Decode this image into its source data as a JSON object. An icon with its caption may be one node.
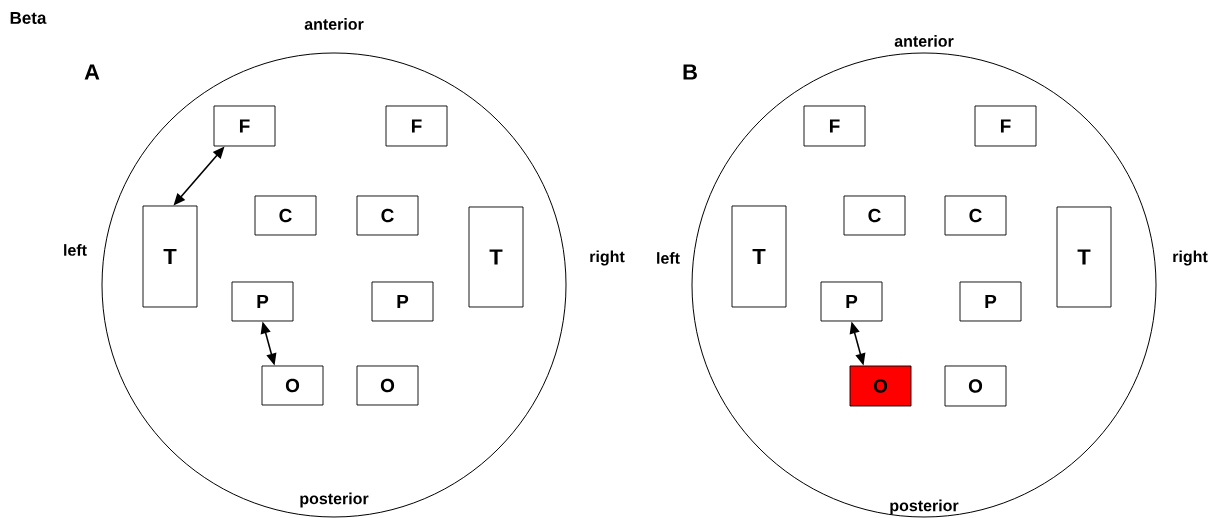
{
  "diagram": {
    "title": "Beta",
    "nodes": [
      {
        "text": [],
        "shape": "circle"
      },
      {
        "text": [
          "F"
        ],
        "in": 0
      },
      {
        "text": [
          "F"
        ],
        "in": 0
      },
      {
        "text": [
          "C"
        ],
        "in": 0
      },
      {
        "text": [
          "C"
        ],
        "in": 0
      },
      {
        "text": [
          "T"
        ],
        "in": 0
      },
      {
        "text": [
          "T"
        ],
        "in": 0
      },
      {
        "text": [
          "P"
        ],
        "in": 0
      },
      {
        "text": [
          "P"
        ],
        "in": 0
      },
      {
        "text": [
          "O"
        ],
        "in": 0
      },
      {
        "text": [
          "O"
        ],
        "in": 0
      },
      {
        "text": [],
        "shape": "circle"
      },
      {
        "text": [
          "F"
        ],
        "in": 11
      },
      {
        "text": [
          "F"
        ],
        "in": 11
      },
      {
        "text": [
          "C"
        ],
        "in": 11
      },
      {
        "text": [
          "C"
        ],
        "in": 11
      },
      {
        "text": [
          "T"
        ],
        "in": 11
      },
      {
        "text": [
          "T"
        ],
        "in": 11
      },
      {
        "text": [
          "P"
        ],
        "in": 11
      },
      {
        "text": [
          "P"
        ],
        "in": 11
      },
      {
        "text": [
          "O"
        ],
        "in": 11
      },
      {
        "text": [
          "O"
        ],
        "in": 11
      }
    ],
    "edges": [
      {
        "from": 1,
        "to": 5,
        "arrow": "both"
      },
      {
        "from": 7,
        "to": 9,
        "arrow": "both"
      },
      {
        "from": 18,
        "to": 20,
        "arrow": "both"
      }
    ],
    "labels": [
      "anterior",
      "A",
      "anterior",
      "B",
      "left",
      "right",
      "left",
      "right",
      "posterior",
      "posterior"
    ]
  }
}
